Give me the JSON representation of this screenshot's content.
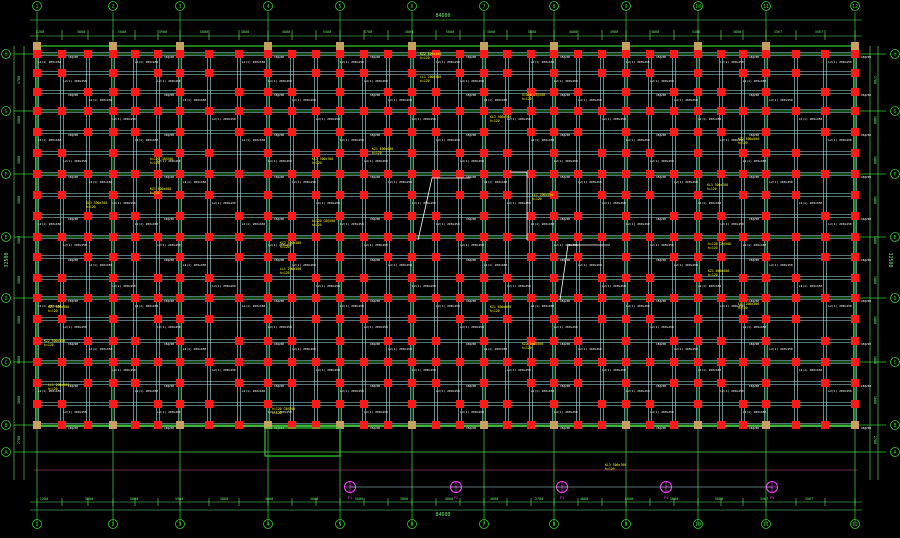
{
  "drawing": {
    "top_overall_dim": "84600",
    "bottom_overall_dim": "84600",
    "left_overall_dim": "32500",
    "right_overall_dim": "32500"
  },
  "axes": {
    "columns": [
      "1",
      "2",
      "3",
      "4",
      "5",
      "6",
      "7",
      "8",
      "9",
      "10",
      "11",
      "12"
    ],
    "rows": [
      "H",
      "G",
      "F",
      "E",
      "D",
      "C",
      "B",
      "A"
    ]
  },
  "top_segment_dims": [
    "1200",
    "3800",
    "5800",
    "3900",
    "5800",
    "3800",
    "4800",
    "5400",
    "3700",
    "4000",
    "5800",
    "3800",
    "5800",
    "4800",
    "3900",
    "4800",
    "3400",
    "3800",
    "3567",
    "3567"
  ],
  "bottom_segment_dims": [
    "1200",
    "3800",
    "5800",
    "3900",
    "3800",
    "4000",
    "4000",
    "5800",
    "3800",
    "4800",
    "4800",
    "3700",
    "4000",
    "5800",
    "3800",
    "5800",
    "3567",
    "3567"
  ],
  "left_row_dims": [
    "3700",
    "3800",
    "3800",
    "3800",
    "3800",
    "3800",
    "3800",
    "3800",
    "3000",
    "2700"
  ],
  "right_row_dims": [
    "3700",
    "3800",
    "3800",
    "3800",
    "3800",
    "3800",
    "3800",
    "3800",
    "3000",
    "2700"
  ],
  "beam_label_a": "KL1(2) 250x600",
  "beam_label_b": "L2(1) 200x450",
  "slab_note": "h=120",
  "rebar_note": "C8@200",
  "yellow_notes": [
    "KZ1 600x600",
    "KZ2 500x500",
    "LL1 200x500",
    "KL3 300x700",
    "h=120 C8@200"
  ],
  "pile_marks": [
    "P1",
    "P2",
    "P3",
    "P4",
    "P5"
  ],
  "colors": {
    "background": "#000000",
    "axis_line": "#32cd32",
    "column": "#ff1a1a",
    "beam": "#a8e8e8",
    "text_white": "#ffffff",
    "text_yellow": "#ffff00",
    "dimension": "#6be36b",
    "pink_grid": "#ff6fb0",
    "magenta_pile": "#ff40ff"
  }
}
